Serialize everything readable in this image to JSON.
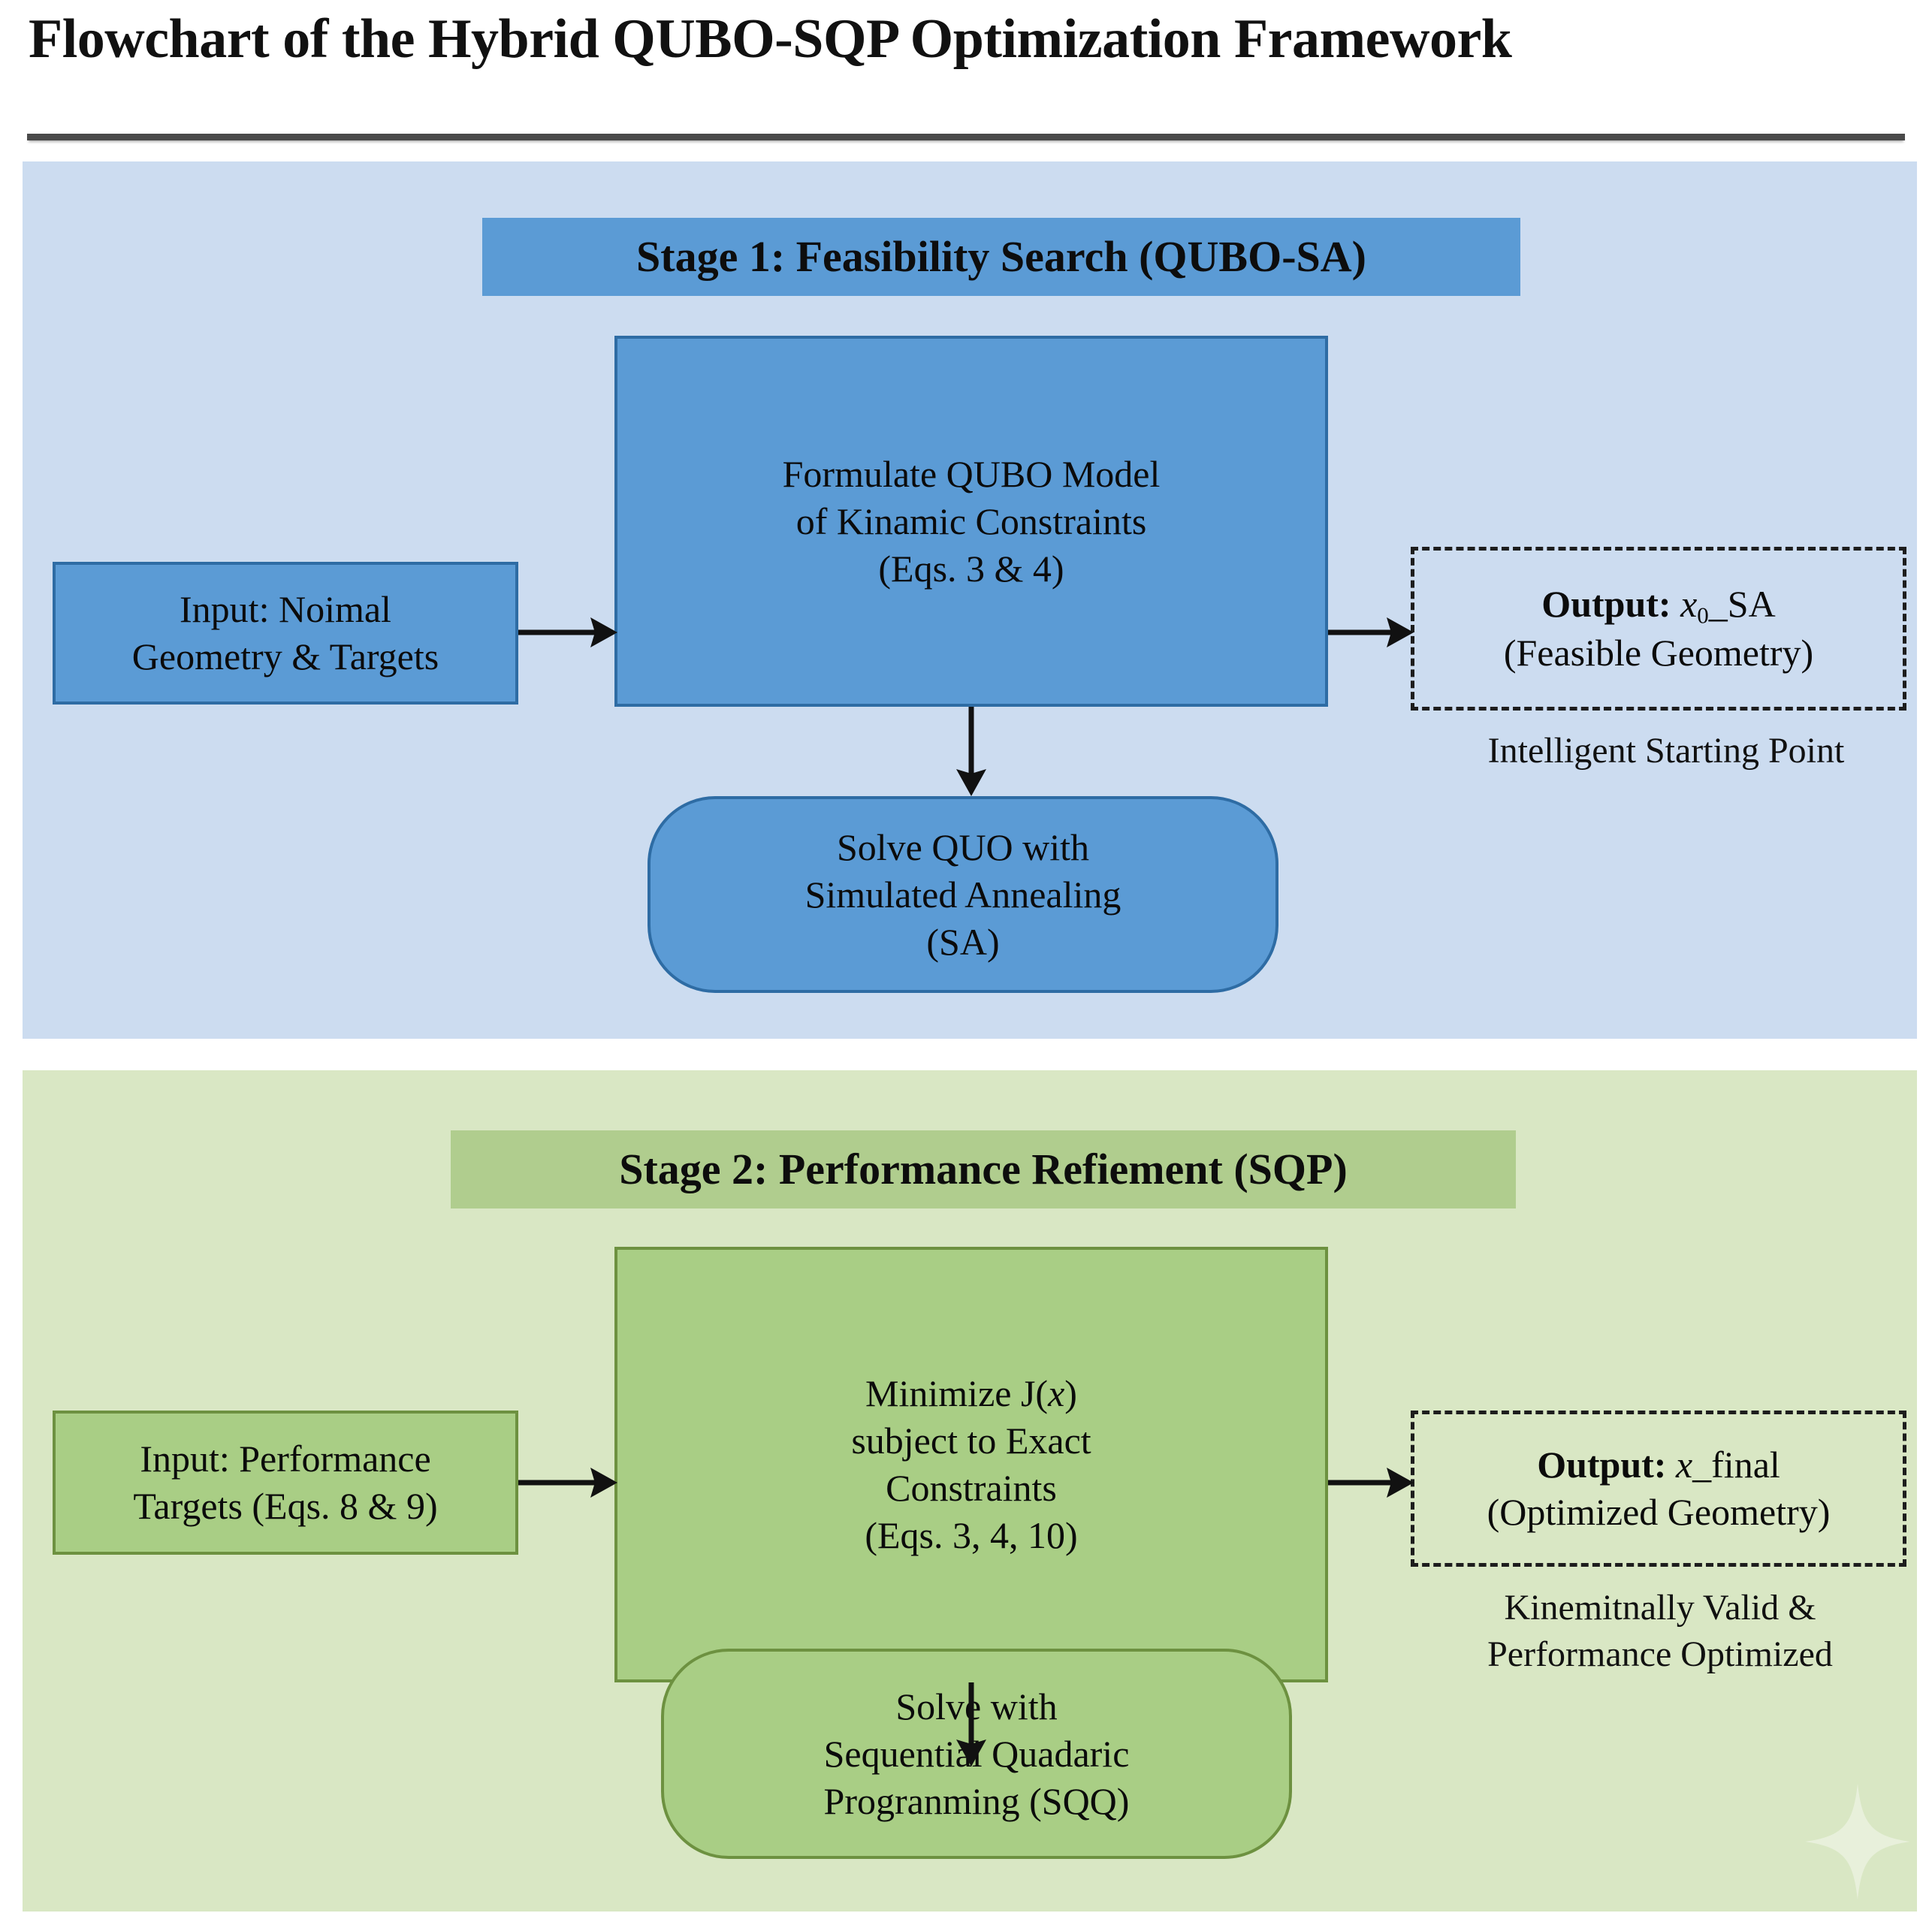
{
  "title": "Flowchart of the Hybrid QUBO-SQP Optimization Framework",
  "colors": {
    "panel_blue": "#ccdcf0",
    "panel_green": "#d9e7c4",
    "node_blue_fill": "#5b9bd5",
    "node_blue_stroke": "#2e6ca4",
    "node_green_fill": "#a9ce85",
    "node_green_stroke": "#6d9140",
    "banner_green_fill": "#b0cd8e",
    "text": "#0b0b0b"
  },
  "stage1": {
    "banner": "Stage 1: Feasibility Search (QUBO-SA)",
    "process": {
      "line1": "Formulate QUBO Model",
      "line2": "of Kinamic Constraints",
      "line3": "(Eqs. 3 & 4)"
    },
    "input": {
      "line1": "Input: Noimal",
      "line2": "Geometry & Targets"
    },
    "output": {
      "label": "Output:",
      "variable": "x",
      "subscript": "0",
      "variable_suffix": "_SA",
      "line2": "(Feasible Geometry)"
    },
    "caption": "Intelligent Starting Point",
    "solver": {
      "line1": "Solve QUO with",
      "line2": "Simulated Annealing",
      "line3": "(SA)"
    }
  },
  "stage2": {
    "banner": "Stage 2: Performance Refiement (SQP)",
    "process": {
      "line1_prefix": "Minimize J(",
      "line1_var": "x",
      "line1_suffix": ")",
      "line2": "subject to Exact",
      "line3": "Constraints",
      "line4": "(Eqs. 3, 4, 10)"
    },
    "input": {
      "line1": "Input: Performance",
      "line2": "Targets (Eqs. 8 & 9)"
    },
    "output": {
      "label": "Output:",
      "variable": "x",
      "variable_suffix": "_final",
      "line2": "(Optimized Geometry)"
    },
    "caption_line1": "Kinemitnally Valid &",
    "caption_line2": "Performance Optimized",
    "solver": {
      "line1": "Solve with",
      "line2": "Sequential Quadaric",
      "line3": "Progranming (SQQ)"
    }
  },
  "watermark": "sparkle-icon"
}
